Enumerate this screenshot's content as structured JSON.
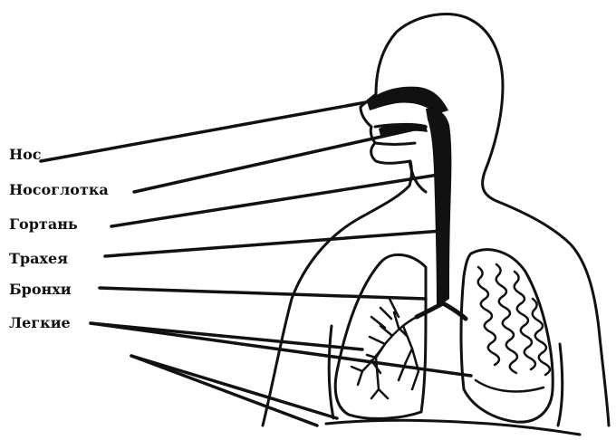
{
  "colors": {
    "ink": "#111111",
    "background": "#ffffff"
  },
  "labels": {
    "nose": "Нос",
    "nasopharynx": "Носоглотка",
    "larynx": "Гортань",
    "trachea": "Трахея",
    "bronchi": "Бронхи",
    "lungs": "Легкие"
  }
}
